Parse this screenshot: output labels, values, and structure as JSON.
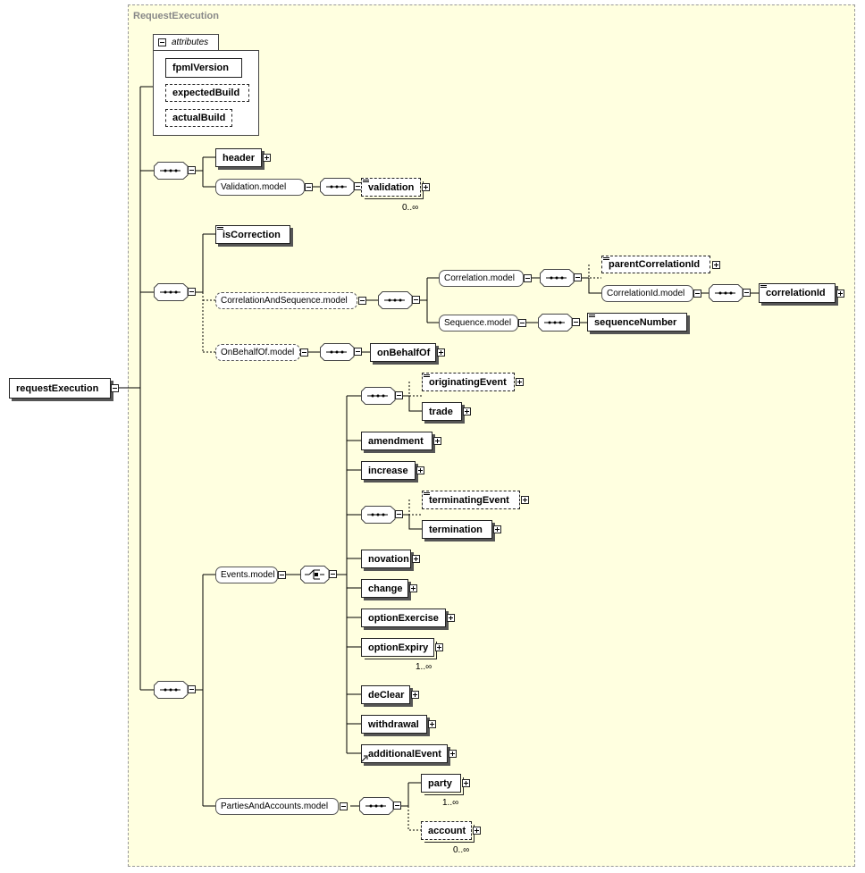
{
  "diagram": {
    "frame_title": "RequestExecution",
    "attributes_label": "attributes",
    "root": "requestExecution",
    "attributes": [
      "fpmlVersion",
      "expectedBuild",
      "actualBuild"
    ],
    "elements": {
      "header": "header",
      "validation": "validation",
      "isCorrection": "isCorrection",
      "parentCorrelationId": "parentCorrelationId",
      "correlationId": "correlationId",
      "sequenceNumber": "sequenceNumber",
      "onBehalfOf": "onBehalfOf",
      "originatingEvent": "originatingEvent",
      "trade": "trade",
      "amendment": "amendment",
      "increase": "increase",
      "terminatingEvent": "terminatingEvent",
      "termination": "termination",
      "novation": "novation",
      "change": "change",
      "optionExercise": "optionExercise",
      "optionExpiry": "optionExpiry",
      "deClear": "deClear",
      "withdrawal": "withdrawal",
      "additionalEvent": "additionalEvent",
      "party": "party",
      "account": "account"
    },
    "models": {
      "validation": "Validation.model",
      "correlationAndSequence": "CorrelationAndSequence.model",
      "correlation": "Correlation.model",
      "correlationId": "CorrelationId.model",
      "sequence": "Sequence.model",
      "onBehalfOf": "OnBehalfOf.model",
      "events": "Events.model",
      "partiesAndAccounts": "PartiesAndAccounts.model"
    },
    "cardinalities": {
      "validation": "0..∞",
      "optionExpiry": "1..∞",
      "party": "1..∞",
      "account": "0..∞"
    },
    "colors": {
      "background": "#ffffe0",
      "frame_border": "#999999",
      "line": "#000000"
    }
  }
}
